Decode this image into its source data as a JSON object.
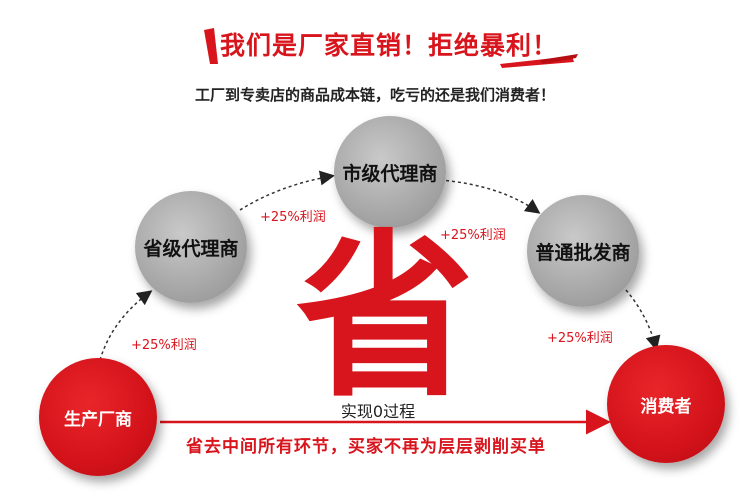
{
  "header": {
    "slogan": "我们是厂家直销！拒绝暴利！",
    "subtitle": "工厂到专卖店的商品成本链，吃亏的还是我们消费者！"
  },
  "nodes": {
    "manufacturer": "生产厂商",
    "provincial_agent": "省级代理商",
    "city_agent": "市级代理商",
    "wholesaler": "普通批发商",
    "consumer": "消费者"
  },
  "profits": {
    "p1": "+25%利润",
    "p2": "+25%利润",
    "p3": "+25%利润",
    "p4": "+25%利润"
  },
  "center": {
    "big_char": "省",
    "realize_label": "实现0过程"
  },
  "footer": {
    "message": "省去中间所有环节，买家不再为层层剥削买单"
  },
  "colors": {
    "accent_red": "#d8141c",
    "node_gray": "#a9a9a9",
    "text_dark": "#222222"
  }
}
